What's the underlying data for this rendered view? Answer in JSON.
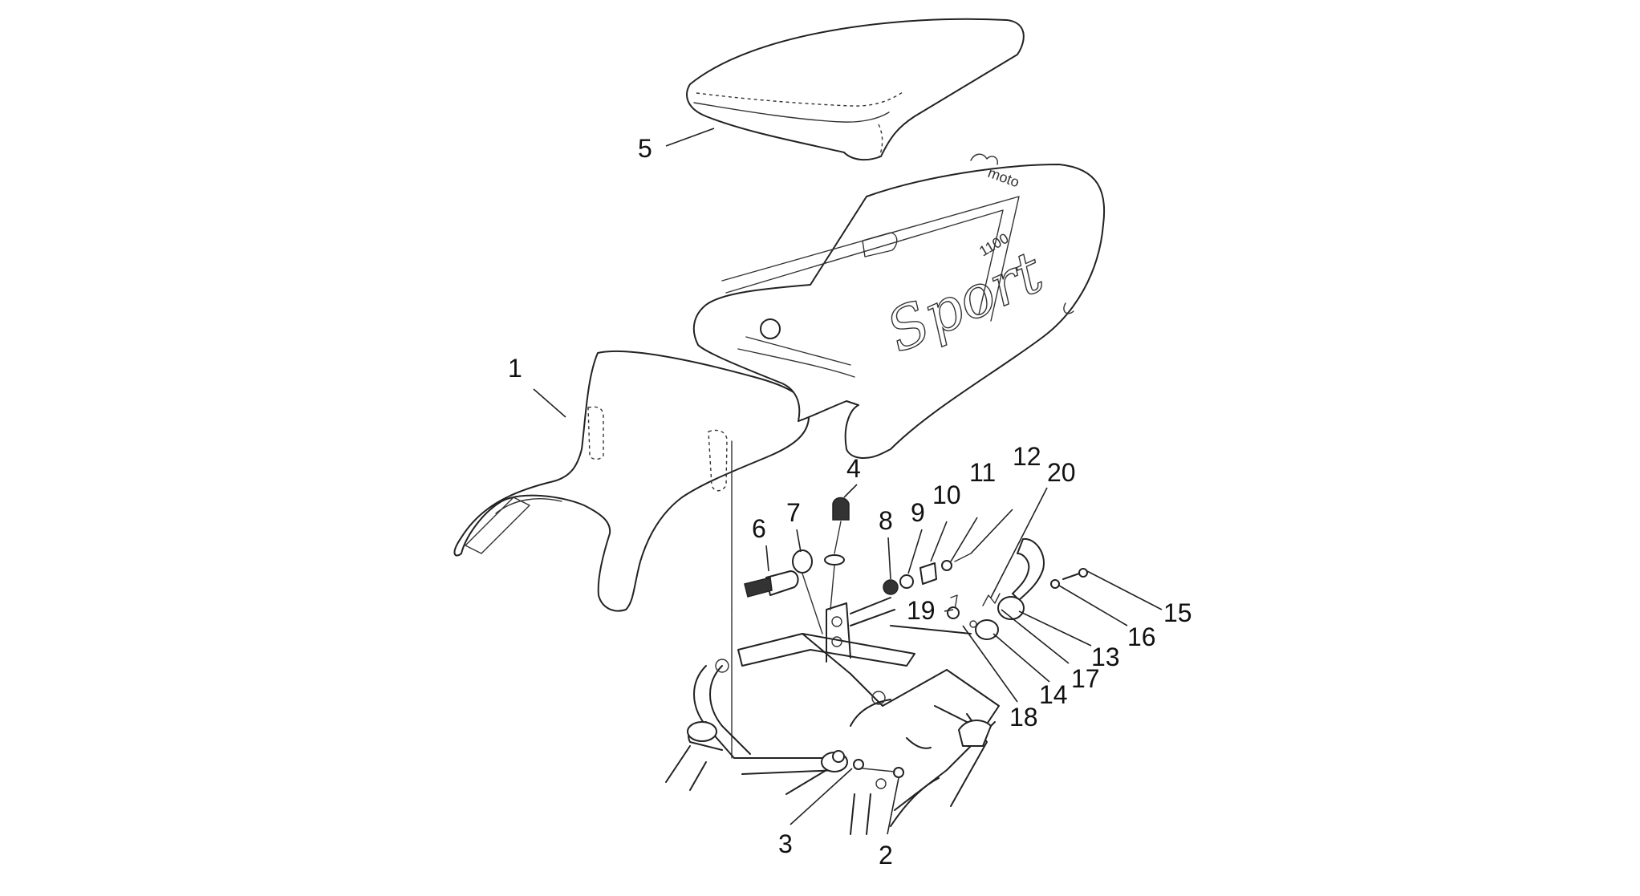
{
  "callouts": [
    {
      "id": "1",
      "label": "1"
    },
    {
      "id": "2",
      "label": "2"
    },
    {
      "id": "3",
      "label": "3"
    },
    {
      "id": "4",
      "label": "4"
    },
    {
      "id": "5",
      "label": "5"
    },
    {
      "id": "6",
      "label": "6"
    },
    {
      "id": "7",
      "label": "7"
    },
    {
      "id": "8",
      "label": "8"
    },
    {
      "id": "9",
      "label": "9"
    },
    {
      "id": "10",
      "label": "10"
    },
    {
      "id": "11",
      "label": "11"
    },
    {
      "id": "12",
      "label": "12"
    },
    {
      "id": "13",
      "label": "13"
    },
    {
      "id": "14",
      "label": "14"
    },
    {
      "id": "15",
      "label": "15"
    },
    {
      "id": "16",
      "label": "16"
    },
    {
      "id": "17",
      "label": "17"
    },
    {
      "id": "18",
      "label": "18"
    },
    {
      "id": "19",
      "label": "19"
    },
    {
      "id": "20",
      "label": "20"
    }
  ],
  "tail_graphics": {
    "model_script": "Sport",
    "engine_badge": "1100",
    "brand_mark": "moto"
  }
}
